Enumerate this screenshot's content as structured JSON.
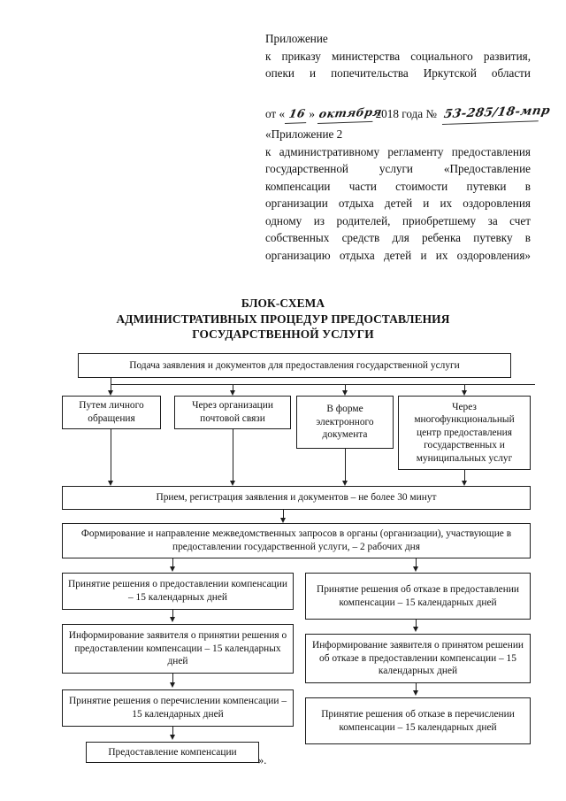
{
  "header": {
    "appendix_to_order": {
      "line1": "Приложение",
      "body": "к приказу министерства социального развития, опеки и попечительства Иркутской области"
    },
    "date_line": {
      "prefix": "от «",
      "day": "16",
      "mid1": " » ",
      "month": "октября",
      "mid2": " 2018 года № ",
      "number": "53-285/18-мпр"
    },
    "appendix_2": {
      "line1": "«Приложение 2",
      "body": "к административному регламенту предоставления государственной услуги «Предоставление компенсации части стоимости путевки в организации отдыха детей и их оздоровления одному из родителей, приобретшему за счет собственных средств для ребенка путевку в организацию отдыха детей и их оздоровления»"
    }
  },
  "title": {
    "line1": "БЛОК-СХЕМА",
    "line2": "АДМИНИСТРАТИВНЫХ ПРОЦЕДУР ПРЕДОСТАВЛЕНИЯ",
    "line3": "ГОСУДАРСТВЕННОЙ УСЛУГИ"
  },
  "flowchart": {
    "start": "Подача заявления и документов для предоставления государственной услуги",
    "channels": [
      "Путем личного обращения",
      "Через организации почтовой связи",
      "В форме электронного документа",
      "Через многофункциональный центр предоставления государственных и муниципальных услуг"
    ],
    "reception": "Прием, регистрация заявления и документов – не более 30 минут",
    "interagency": "Формирование и направление межведомственных запросов в органы (организации), участвующие в предоставлении государственной услуги,  – 2 рабочих дня",
    "left_branch": [
      "Принятие решения о предоставлении компенсации – 15 календарных дней",
      "Информирование заявителя о принятии решения о предоставлении компенсации – 15 календарных дней",
      "Принятие решения о перечислении компенсации – 15 календарных дней",
      "Предоставление компенсации"
    ],
    "right_branch": [
      "Принятие решения об отказе в предоставлении компенсации – 15 календарных дней",
      "Информирование заявителя о принятом решении об отказе в предоставлении компенсации – 15 календарных дней",
      "Принятие решения об отказе в перечислении компенсации – 15 календарных дней"
    ]
  },
  "closing_quote": "»."
}
